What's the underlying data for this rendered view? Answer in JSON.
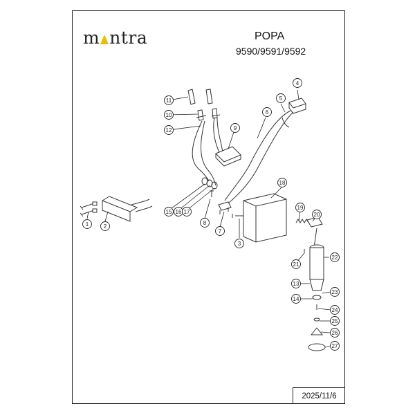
{
  "header": {
    "brand_left": "m",
    "brand_right": "ntra",
    "brand_accent": "#e6c000",
    "title": "POPA",
    "models": "9590/9591/9592"
  },
  "footer": {
    "date": "2025/11/6"
  },
  "parts": [
    {
      "id": "1"
    },
    {
      "id": "2"
    },
    {
      "id": "3"
    },
    {
      "id": "4"
    },
    {
      "id": "5"
    },
    {
      "id": "6"
    },
    {
      "id": "7"
    },
    {
      "id": "8"
    },
    {
      "id": "9"
    },
    {
      "id": "10"
    },
    {
      "id": "11"
    },
    {
      "id": "12"
    },
    {
      "id": "13"
    },
    {
      "id": "14"
    },
    {
      "id": "15"
    },
    {
      "id": "16"
    },
    {
      "id": "17"
    },
    {
      "id": "18"
    },
    {
      "id": "19"
    },
    {
      "id": "20"
    },
    {
      "id": "21"
    },
    {
      "id": "22"
    },
    {
      "id": "23"
    },
    {
      "id": "24"
    },
    {
      "id": "25"
    },
    {
      "id": "26"
    },
    {
      "id": "27"
    }
  ]
}
